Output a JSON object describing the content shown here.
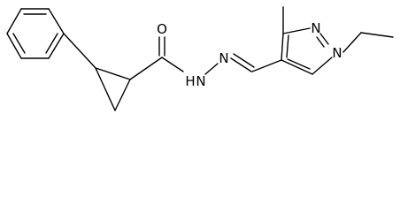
{
  "structure": {
    "atoms": {
      "carbonyl_oxygen": "O",
      "amide_nitrogen_h": "H",
      "amide_nitrogen": "N",
      "imine_nitrogen": "N",
      "pyrazole_n1": "N",
      "pyrazole_n2": "N"
    },
    "colors": {
      "bond": "#000000",
      "background": "#ffffff"
    }
  }
}
